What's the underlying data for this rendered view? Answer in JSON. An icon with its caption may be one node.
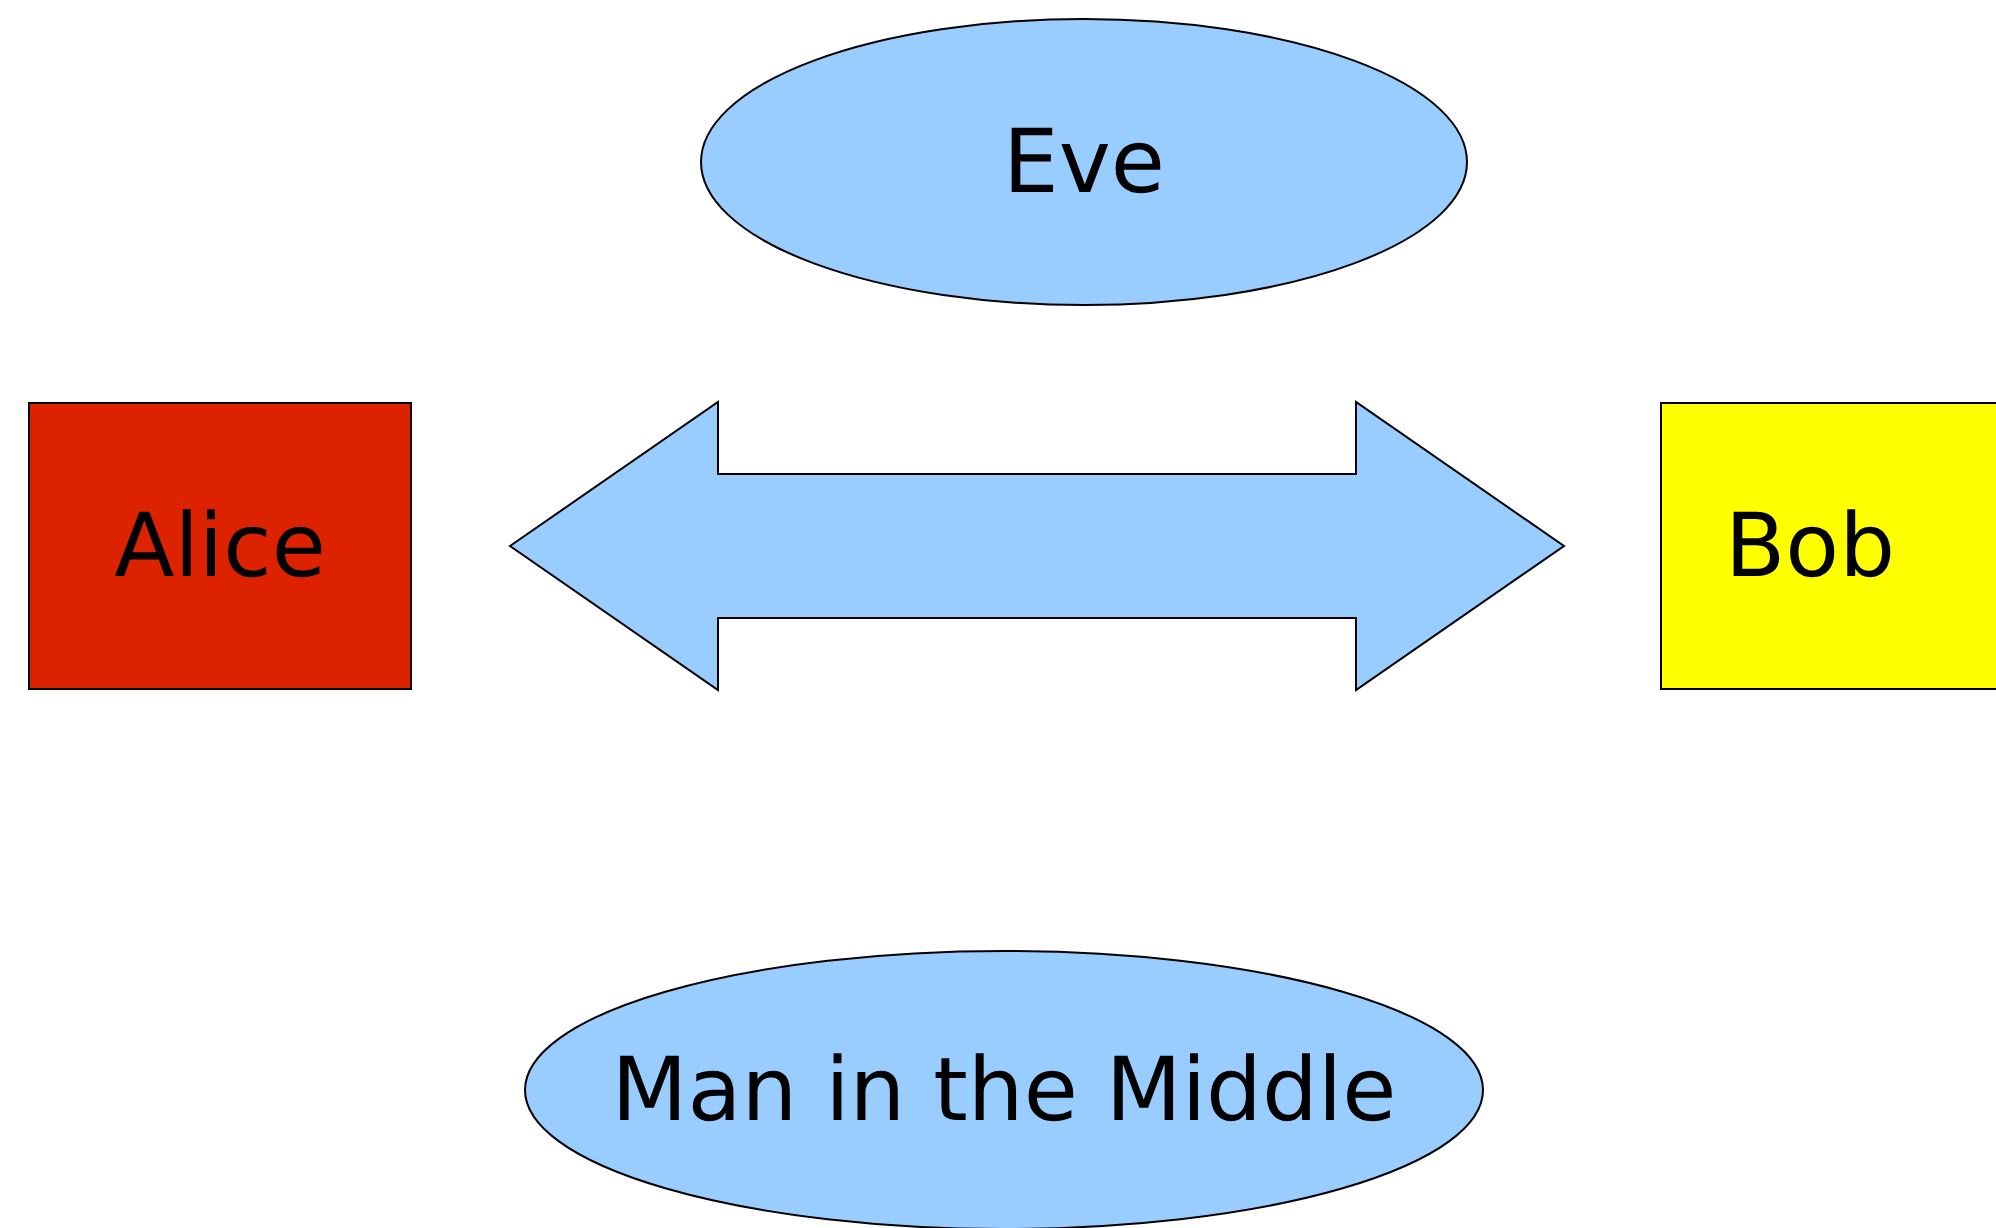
{
  "diagram": {
    "nodes": [
      {
        "text": [
          "Eve"
        ]
      },
      {
        "text": [
          "Alice"
        ]
      },
      {
        "text": [
          "Bob"
        ]
      },
      {
        "text": [
          "Man in the Middle"
        ]
      }
    ],
    "edges": [
      {
        "from": 1,
        "to": 2,
        "arrow": "both",
        "style": "thick",
        "color": "#99ccff"
      }
    ]
  }
}
